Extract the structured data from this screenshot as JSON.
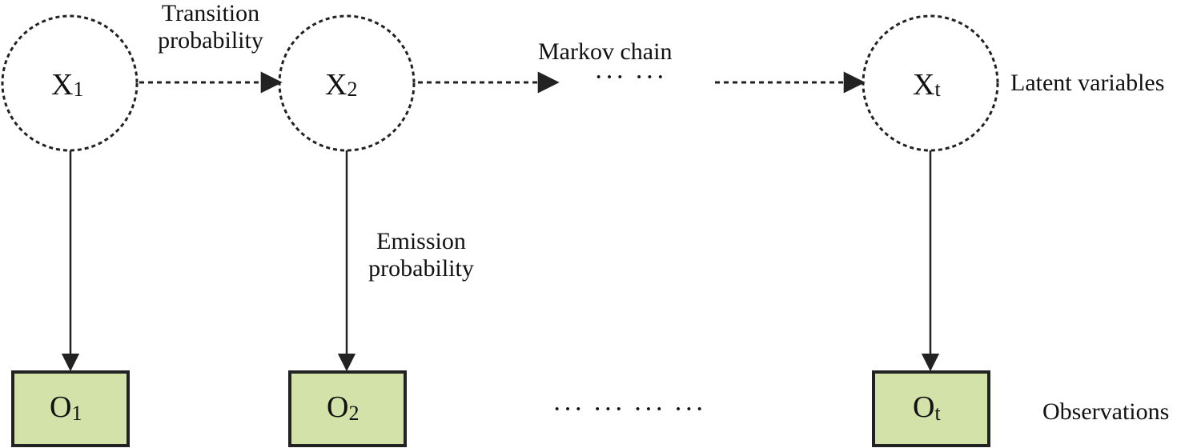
{
  "latent_nodes": [
    {
      "symbol": "X",
      "subscript": "1"
    },
    {
      "symbol": "X",
      "subscript": "2"
    },
    {
      "symbol": "X",
      "subscript": "t"
    }
  ],
  "observation_nodes": [
    {
      "symbol": "O",
      "subscript": "1"
    },
    {
      "symbol": "O",
      "subscript": "2"
    },
    {
      "symbol": "O",
      "subscript": "t"
    }
  ],
  "labels": {
    "transition_line1": "Transition",
    "transition_line2": "probability",
    "markov_chain": "Markov  chain",
    "latent_variables": "Latent  variables",
    "emission_line1": "Emission",
    "emission_line2": "probability",
    "observations": "Observations"
  },
  "ellipsis": {
    "top": "··· ···",
    "bottom": "··· ··· ··· ···"
  },
  "colors": {
    "observation_fill": "#d3e2a9",
    "stroke": "#222222"
  }
}
